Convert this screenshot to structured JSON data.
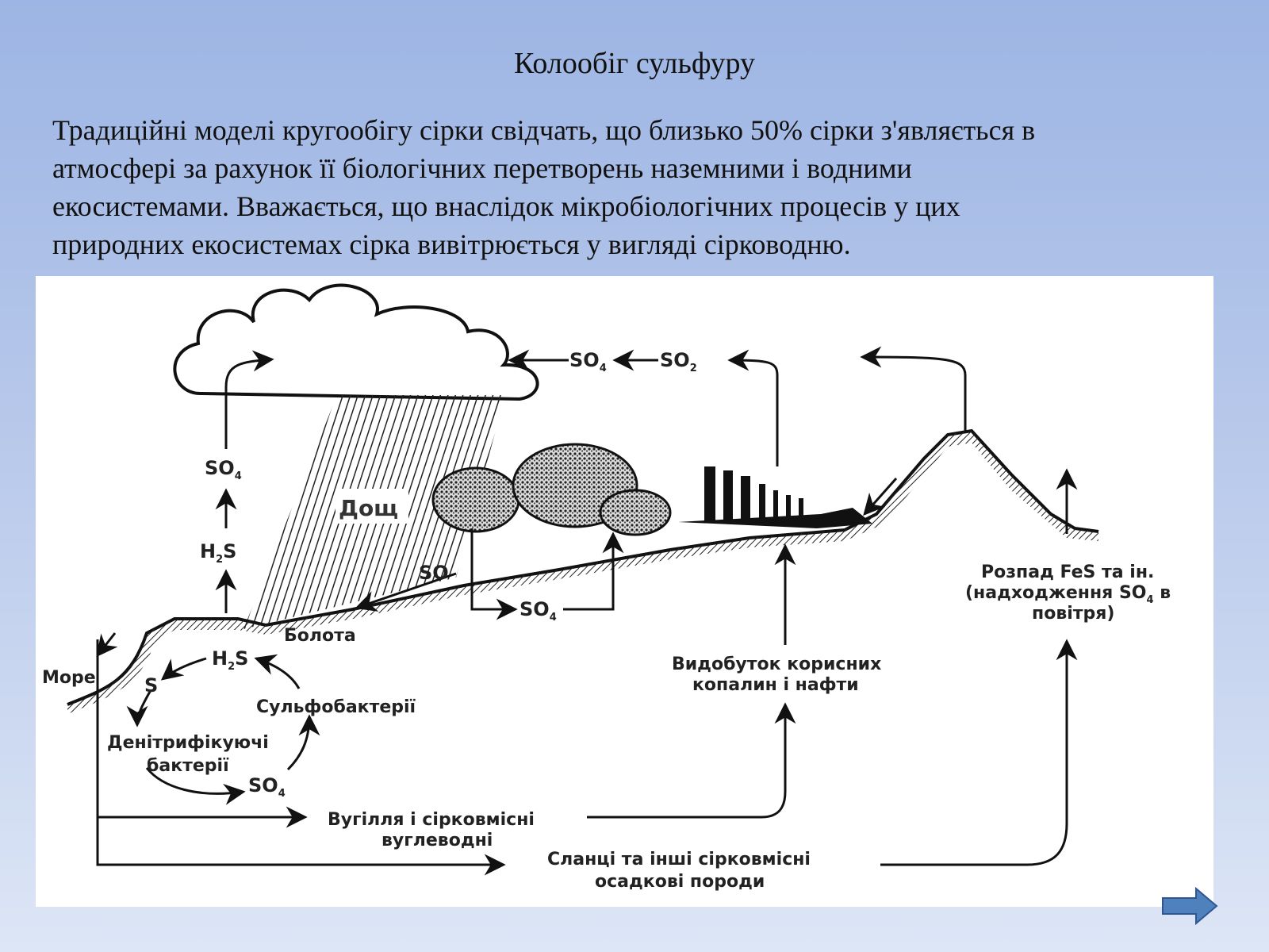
{
  "slide": {
    "title": "Колообіг сульфуру",
    "paragraph_lines": [
      "Традиційні моделі кругообігу сірки свідчать, що близько 50% сірки з'являється в",
      "атмосфері за рахунок її біологічних перетворень наземними і водними",
      "екосистемами. Вважається, що внаслідок мікробіологічних процесів у цих",
      "природних екосистемах сірка вивітрюється у вигляді сірководню."
    ]
  },
  "diagram": {
    "labels": {
      "rain": "Дощ",
      "swamps": "Болота",
      "sea": "Море",
      "sulfobacteria": "Сульфобактерії",
      "denitrifying_1": "Денітрифікуючі",
      "denitrifying_2": "бактерії",
      "coal_1": "Вугілля і сірковмісні",
      "coal_2": "вуглеводні",
      "shale_1": "Сланці та інші сірковмісні",
      "shale_2": "осадкові породи",
      "mining_1": "Видобуток корисних",
      "mining_2": "копалин і нафти",
      "decay_1": "Розпад FeS та ін.",
      "decay_2": "(надходження SO",
      "decay_2_sub": "4",
      "decay_2_end": " в",
      "decay_3": "повітря)"
    },
    "chem": {
      "so4_cloud": "SO",
      "so4_cloud_sub": "4",
      "so2_cloud": "SO",
      "so2_cloud_sub": "2",
      "so4_left": "SO",
      "so4_left_sub": "4",
      "h2s_left_a": "H",
      "h2s_left_sub": "2",
      "h2s_left_b": "S",
      "so_slope": "SO",
      "so4_trees": "SO",
      "so4_trees_sub": "4",
      "h2s_cycle_a": "H",
      "h2s_cycle_sub": "2",
      "h2s_cycle_b": "S",
      "s_cycle": "S",
      "so4_cycle": "SO",
      "so4_cycle_sub": "4"
    }
  },
  "navigation": {
    "next_icon": "arrow-right-icon",
    "color": "#4f81bd"
  }
}
